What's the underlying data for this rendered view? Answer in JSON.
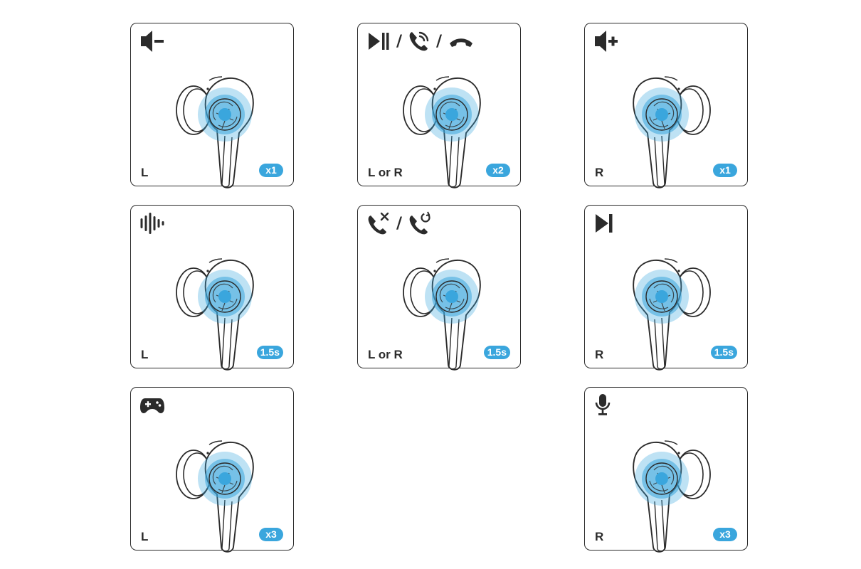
{
  "accent": "#3aa6dd",
  "line_color": "#2b2b2b",
  "cards": [
    {
      "id": "volume-down",
      "icons": [
        "volume-down-icon"
      ],
      "side": "L",
      "badge": "x1"
    },
    {
      "id": "play-answer-hangup",
      "icons": [
        "play-pause-icon",
        "answer-call-icon",
        "hang-up-icon"
      ],
      "side": "L or R",
      "badge": "x2"
    },
    {
      "id": "volume-up",
      "icons": [
        "volume-up-icon"
      ],
      "side": "R",
      "badge": "x1"
    },
    {
      "id": "sound-mode",
      "icons": [
        "sound-wave-icon"
      ],
      "side": "L",
      "badge": "1.5s"
    },
    {
      "id": "reject-switch-call",
      "icons": [
        "reject-call-icon",
        "switch-call-icon"
      ],
      "side": "L or R",
      "badge": "1.5s"
    },
    {
      "id": "next-track",
      "icons": [
        "next-track-icon"
      ],
      "side": "R",
      "badge": "1.5s"
    },
    {
      "id": "game-mode",
      "icons": [
        "gamepad-icon"
      ],
      "side": "L",
      "badge": "x3"
    },
    {
      "id": "voice-assistant",
      "icons": [
        "microphone-icon"
      ],
      "side": "R",
      "badge": "x3"
    }
  ]
}
